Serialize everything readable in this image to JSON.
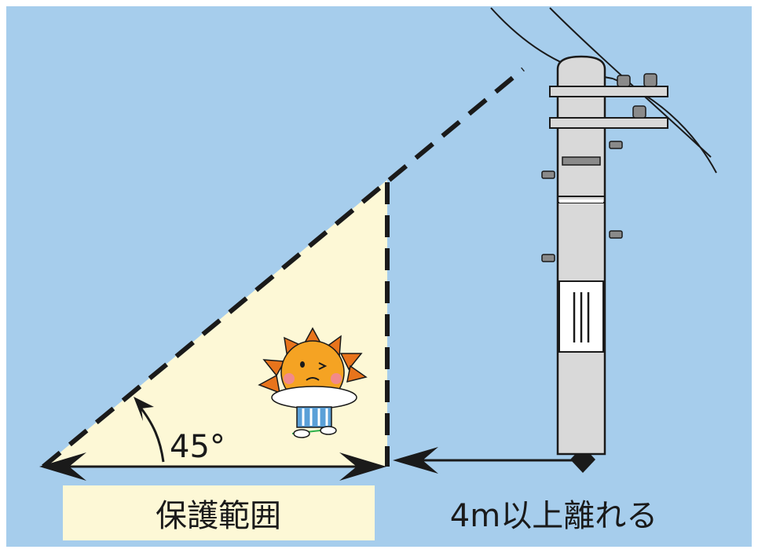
{
  "diagram": {
    "angle_label": "45°",
    "protection_label": "保護範囲",
    "distance_label": "4m以上離れる"
  },
  "colors": {
    "sky": "#a6cdec",
    "protection_zone": "#fdf8d6",
    "label_box": "#fdf8d6",
    "pole": "#d9d9d9",
    "outline": "#1a1a1a",
    "mascot_face": "#f5a323",
    "mascot_petals": "#e8741c"
  },
  "icons": [
    "utility-pole-icon",
    "sun-mascot-icon",
    "arrow-icon"
  ]
}
